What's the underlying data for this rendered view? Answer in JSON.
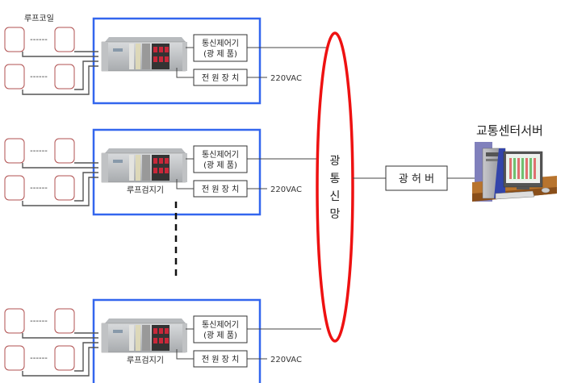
{
  "diagram": {
    "title": "Loop detector optical network architecture",
    "loop_coil_label": "루프코일",
    "coil_dots": "------",
    "stations": [
      {
        "detector_label": "",
        "comm_controller_line1": "통신제어기",
        "comm_controller_line2": "(광 제 품)",
        "power_label": "전 원 장 치",
        "voltage_label": "220VAC"
      },
      {
        "detector_label": "루프검지기",
        "comm_controller_line1": "통신제어기",
        "comm_controller_line2": "(광 제 품)",
        "power_label": "전 원 장 치",
        "voltage_label": "220VAC"
      },
      {
        "detector_label": "루프검지기",
        "comm_controller_line1": "통신제어기",
        "comm_controller_line2": "(광 제 품)",
        "power_label": "전 원 장 치",
        "voltage_label": "220VAC"
      }
    ],
    "network_label": [
      "광",
      "통",
      "신",
      "망"
    ],
    "hub_label": "광 허 버",
    "server_label": "교통센터서버",
    "colors": {
      "station_border": "#3366ee",
      "network_ellipse": "#ee1111",
      "coil_border": "#b05050",
      "line": "#444444"
    }
  }
}
